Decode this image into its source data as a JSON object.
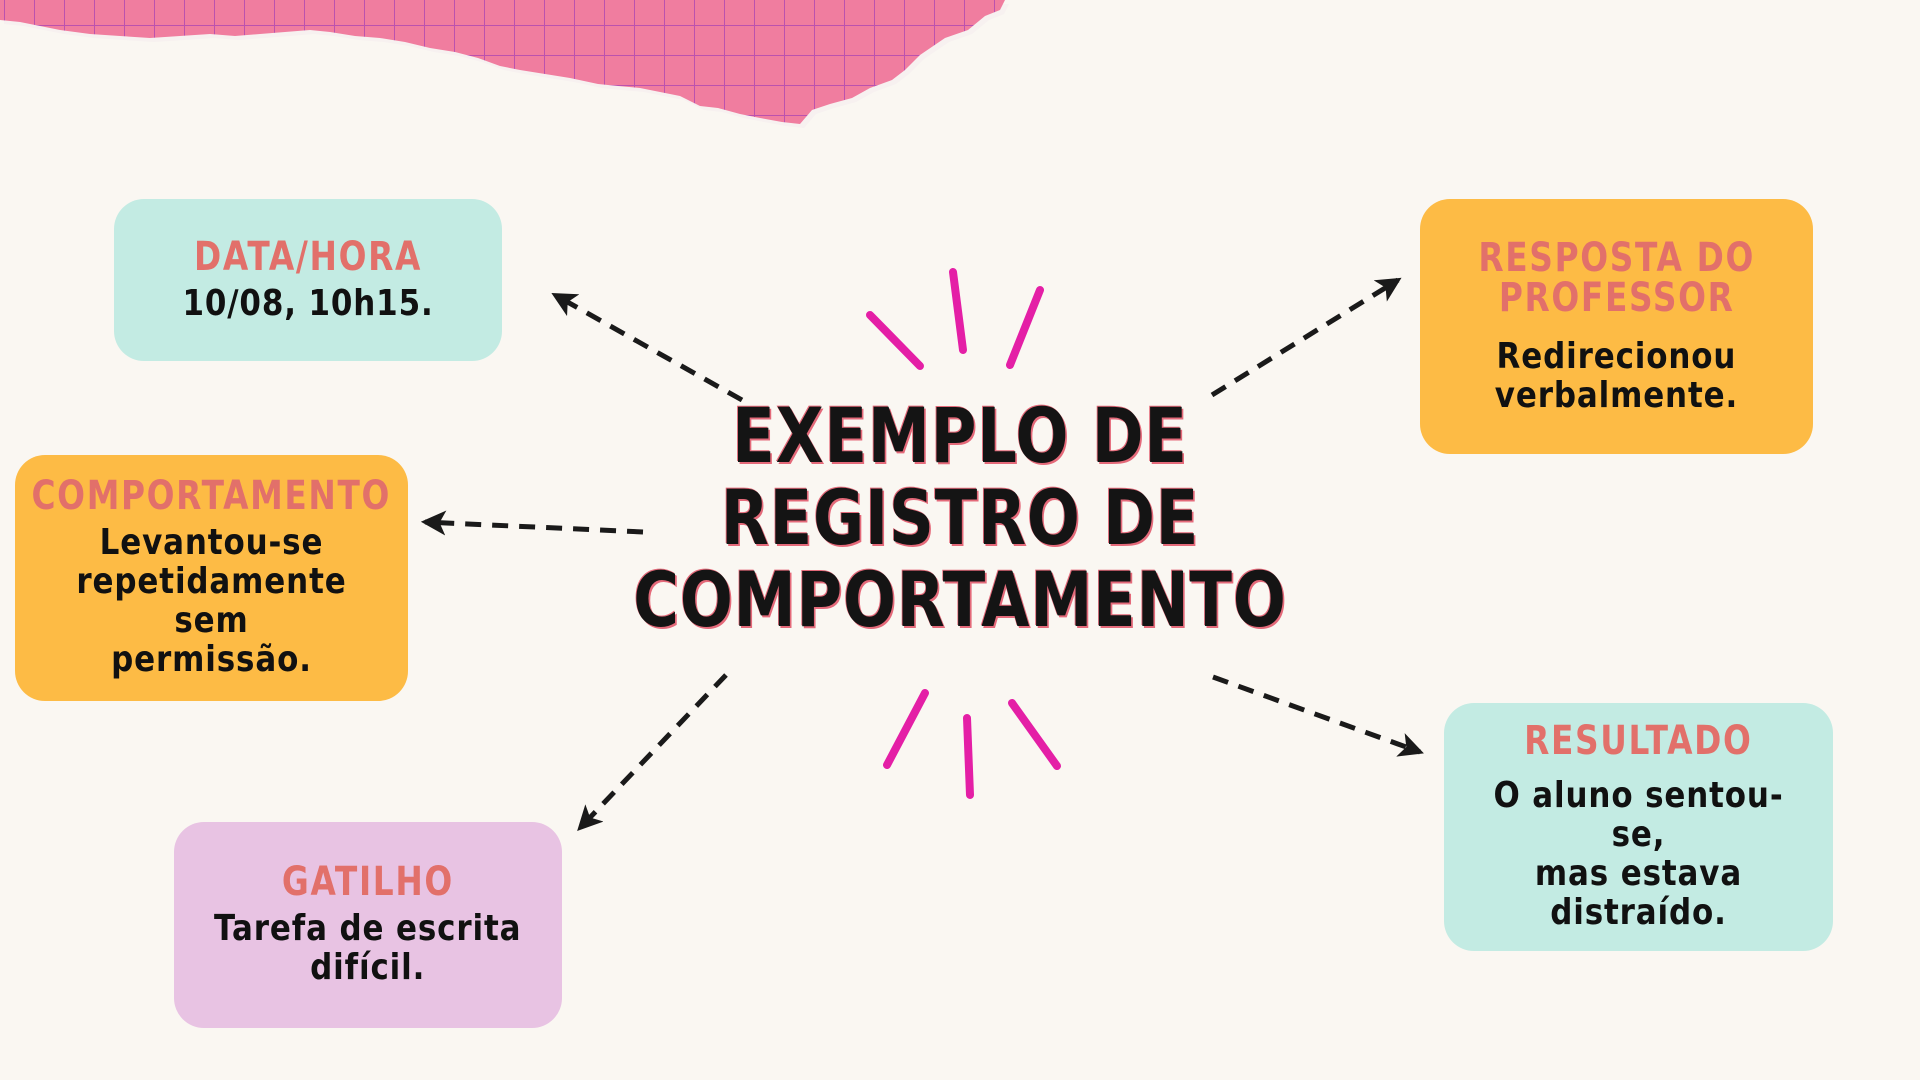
{
  "colors": {
    "background": "#faf7f2",
    "title_text": "#141414",
    "title_shadow": "#e46a7a",
    "card_heading": "#e2706a",
    "mint_card": "#c3ebe3",
    "orange_card": "#fdbb45",
    "lilac_card": "#e8c3e3",
    "paper_pink": "#f07d9f",
    "paper_grid": "#b24ab0",
    "spark_magenta": "#e41fa6",
    "arrow": "#1a1a1a"
  },
  "center": {
    "title": "EXEMPLO DE\nREGISTRO DE\nCOMPORTAMENTO"
  },
  "cards": {
    "data_hora": {
      "title": "DATA/HORA",
      "text": "10/08, 10h15."
    },
    "comportamento": {
      "title": "COMPORTAMENTO",
      "text": "Levantou-se\nrepetidamente sem\npermissão."
    },
    "gatilho": {
      "title": "GATILHO",
      "text": "Tarefa de escrita\ndifícil."
    },
    "resposta": {
      "title": "RESPOSTA DO\nPROFESSOR",
      "text": "Redirecionou\nverbalmente."
    },
    "resultado": {
      "title": "RESULTADO",
      "text": "O aluno sentou-se,\nmas estava\ndistraído."
    }
  },
  "decor": {
    "torn_paper": "pink-grid-paper",
    "sparks": "magenta-spark-strokes",
    "arrows": "dashed-arrows"
  }
}
